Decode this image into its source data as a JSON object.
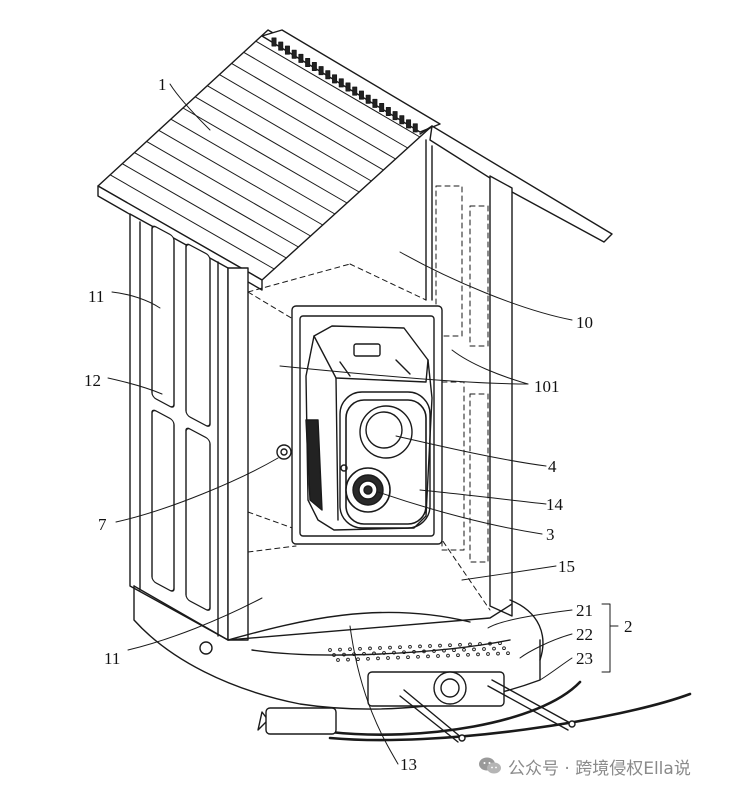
{
  "figure": {
    "labels": {
      "roof": "1",
      "front_wall": "10",
      "window_slot": "101",
      "side_panel_upper": "11",
      "side_panel_lower": "11",
      "panel_frame": "12",
      "seed_tray_front": "13",
      "camera_mount": "14",
      "rear_plate": "15",
      "perch_assembly": "2",
      "tray_surface": "21",
      "tray_rim": "22",
      "perch_rod": "23",
      "lens_upper": "4",
      "lens_lower": "3",
      "knob": "7"
    }
  },
  "watermark": {
    "text": "公众号 · 跨境侵权Ella说",
    "icon": "wechat-icon"
  }
}
